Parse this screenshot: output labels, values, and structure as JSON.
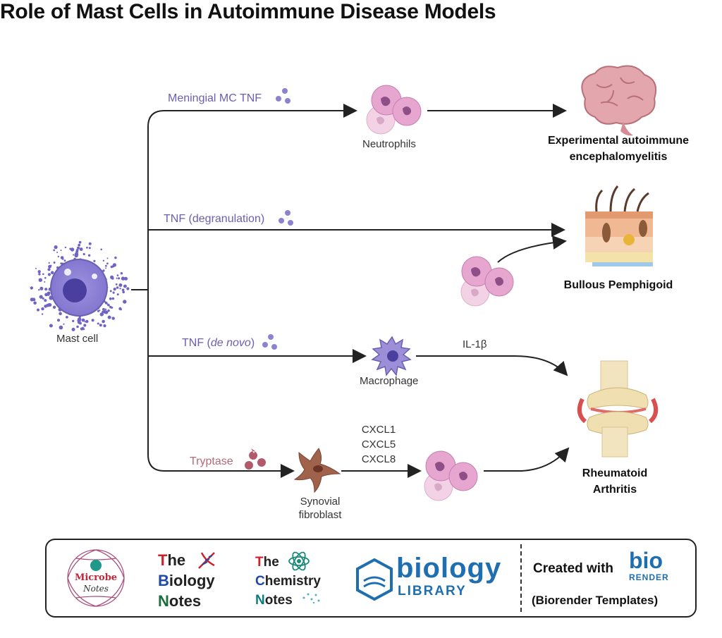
{
  "title": "Role of Mast Cells in Autoimmune Disease Models",
  "nodes": {
    "mast_cell": "Mast cell",
    "neutrophils": "Neutrophils",
    "macrophage": "Macrophage",
    "synovial": [
      "Synovial",
      "fibroblast"
    ]
  },
  "pathways": {
    "meningial": "Meningial MC TNF",
    "tnf_degranulation": "TNF (degranulation)",
    "tnf_denovo_prefix": "TNF (",
    "tnf_denovo_italic": "de novo",
    "tnf_denovo_suffix": ")",
    "tryptase": "Tryptase",
    "il1b": "IL-1β",
    "cxcl": [
      "CXCL1",
      "CXCL5",
      "CXCL8"
    ]
  },
  "outcomes": {
    "eae": [
      "Experimental autoimmune",
      "encephalomyelitis"
    ],
    "bp": "Bullous Pemphigoid",
    "ra": [
      "Rheumatoid",
      "Arthritis"
    ]
  },
  "footer": {
    "microbe": "Microbe",
    "notes_word": "Notes",
    "biology_notes": {
      "the": "T",
      "the_rest": "he",
      "b": "B",
      "b_rest": "iology",
      "n": "N",
      "n_rest": "otes"
    },
    "chemistry_notes": {
      "t": "T",
      "t_rest": "he",
      "c": "C",
      "c_rest": "hemistry",
      "n": "N",
      "n_rest": "otes"
    },
    "biology_library": {
      "top": "biology",
      "bottom": "LIBRARY"
    },
    "created_with": "Created with",
    "bio": "bio",
    "render": "RENDER",
    "templates": "(Biorender Templates)"
  },
  "colors": {
    "arrow": "#222222",
    "purple_label": "#6a5fb0",
    "tryptase_label": "#b56a7a",
    "mast_cell": "#7b6fc9",
    "neutrophil": "#e6a6cf",
    "brand_blue": "#1f6fb0"
  }
}
